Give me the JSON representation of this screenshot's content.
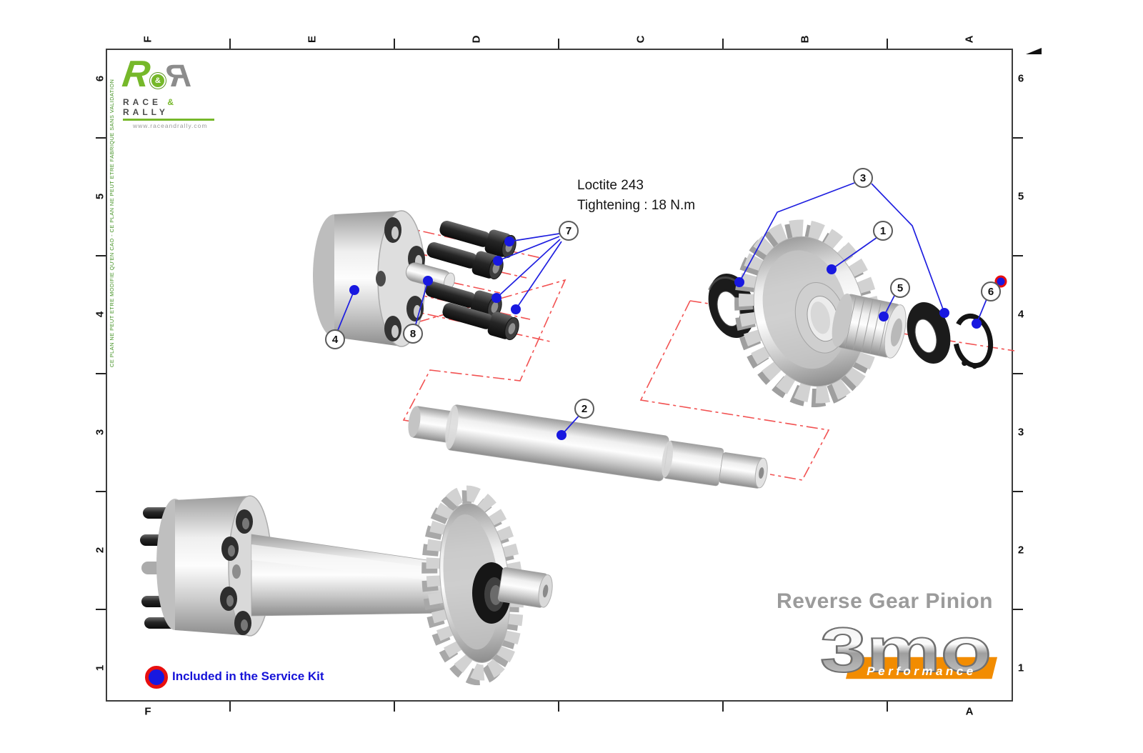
{
  "frame": {
    "top_labels": [
      "F",
      "E",
      "D",
      "C",
      "B",
      "A"
    ],
    "bottom_labels": [
      "F",
      "A"
    ],
    "left_labels": [
      "6",
      "5",
      "4",
      "3",
      "2",
      "1"
    ],
    "right_labels": [
      "6",
      "5",
      "4",
      "3",
      "2",
      "1"
    ],
    "side_note": "CE PLAN NE PEUT ETRE MODIFIE QU'EN CAO  -  CE PLAN NE PEUT ETRE FABRIQUE SANS VALIDATION"
  },
  "logo": {
    "r_left": "R",
    "badge_amp": "&",
    "r_right": "R",
    "word_left": "RACE",
    "word_amp": "&",
    "word_right": "RALLY",
    "website": "www.raceandrally.com"
  },
  "annotation": {
    "line1": "Loctite 243",
    "line2": "Tightening : 18 N.m"
  },
  "legend": {
    "label": "Included in the Service Kit"
  },
  "title_block": {
    "title": "Reverse Gear Pinion",
    "brand": "3mo",
    "brand_sub": "Performance"
  },
  "callouts": [
    {
      "num": "1"
    },
    {
      "num": "2"
    },
    {
      "num": "3"
    },
    {
      "num": "4"
    },
    {
      "num": "5"
    },
    {
      "num": "6"
    },
    {
      "num": "7"
    },
    {
      "num": "8"
    }
  ],
  "colors": {
    "leader_blue": "#1f1fe0",
    "centerline_red": "#f25252",
    "service_kit_red": "#e80f0f",
    "service_kit_blue": "#1818e0",
    "brand_green": "#76b82a",
    "brand_orange": "#f28c00",
    "title_gray": "#9b9b9b",
    "note_green": "#3f8f1f"
  }
}
